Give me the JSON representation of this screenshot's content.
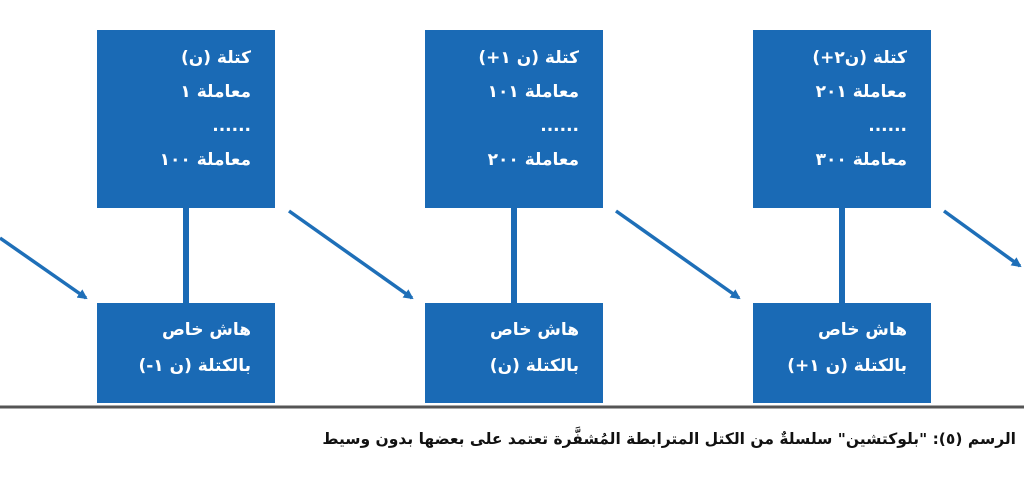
{
  "colors": {
    "box": "#1a6ab5",
    "arrow": "#1e6fb8",
    "baseline": "#555555",
    "text": "#ffffff"
  },
  "blocks": [
    {
      "lines": [
        "كتلة (ن)",
        "معاملة   ١",
        "......",
        "معاملة   ١٠٠"
      ],
      "hash_lines": [
        "هاش خاص",
        "بالكتلة (ن ١-)"
      ]
    },
    {
      "lines": [
        "كتلة (ن ١+)",
        "معاملة   ١٠١",
        "......",
        "معاملة   ٢٠٠"
      ],
      "hash_lines": [
        "هاش خاص",
        "بالكتلة (ن)"
      ]
    },
    {
      "lines": [
        "كتلة (ن٢+)",
        "معاملة   ٢٠١",
        "......",
        "معاملة   ٣٠٠"
      ],
      "hash_lines": [
        "هاش خاص",
        "بالكتلة (ن ١+)"
      ]
    }
  ],
  "caption": "الرسم (٥): \"بلوكتشين\" سلسلةٌ من الكتل المترابطة المُشفَّرة تعتمد على بعضها بدون وسيط"
}
